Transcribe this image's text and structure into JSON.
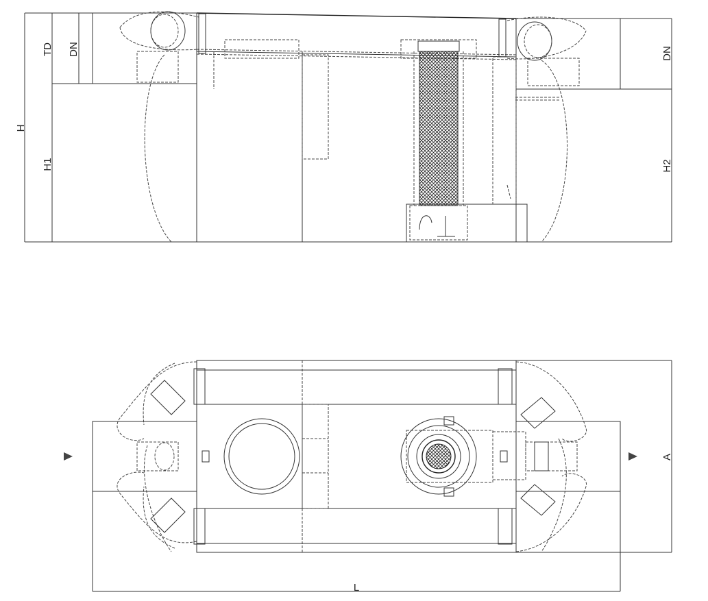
{
  "labels": {
    "H": "H",
    "TD": "TD",
    "DN_left": "DN",
    "H1": "H1",
    "DN_right": "DN",
    "H2": "H2",
    "A": "A",
    "L": "L"
  },
  "colors": {
    "line": "#333333",
    "background": "#ffffff",
    "filter_mesh": "#222222"
  },
  "icons": {
    "flow_arrow_left": "triangle-right-icon",
    "flow_arrow_right": "triangle-right-icon"
  }
}
